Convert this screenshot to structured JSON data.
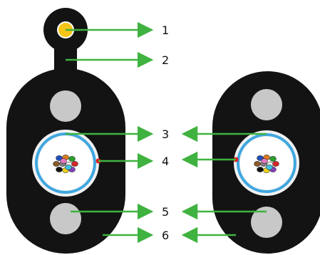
{
  "colors": {
    "sheath": "#131313",
    "strength_member": "#c8c8c8",
    "messenger_wire_core": "#f5c518",
    "tube_ring": "#3fa7df",
    "tube_outer": "#f2f2f2",
    "ripcord_dot": "#e02020",
    "arrow": "#3fb23f"
  },
  "fiber_colors": [
    "#1f4fbf",
    "#e07b1a",
    "#2aa02a",
    "#8b5a2b",
    "#7f7f7f",
    "#f2f2f2",
    "#d62728",
    "#111111",
    "#f2d31b",
    "#8a3fbf",
    "#e377c2",
    "#3fc1e0"
  ],
  "callouts": [
    {
      "number": "1"
    },
    {
      "number": "2"
    },
    {
      "number": "3"
    },
    {
      "number": "4"
    },
    {
      "number": "5"
    },
    {
      "number": "6"
    }
  ]
}
